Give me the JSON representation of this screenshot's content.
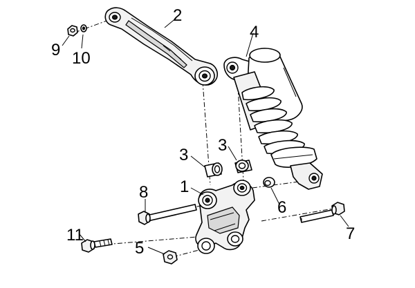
{
  "diagram": {
    "callouts": {
      "c1": "1",
      "c2": "2",
      "c3a": "3",
      "c3b": "3",
      "c4": "4",
      "c5": "5",
      "c6": "6",
      "c7": "7",
      "c8": "8",
      "c9": "9",
      "c10": "10",
      "c11": "11"
    }
  }
}
